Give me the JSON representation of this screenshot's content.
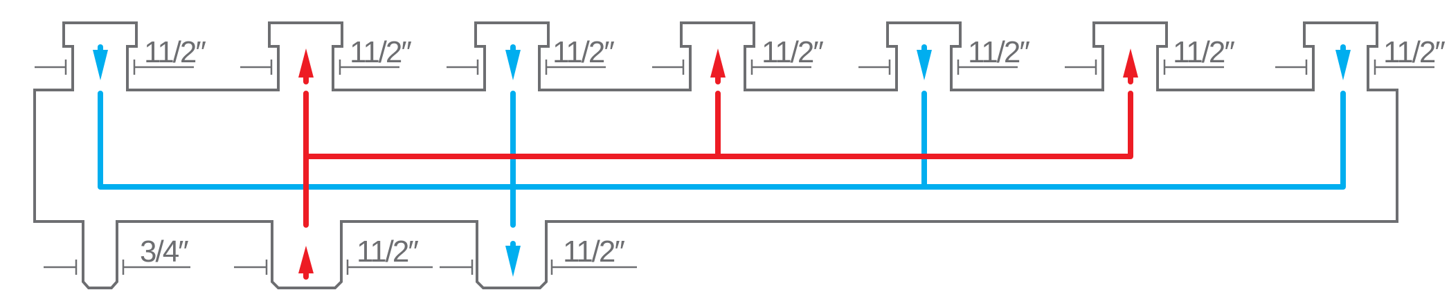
{
  "colors": {
    "outline": "#6d6e71",
    "supply": "#ed1c24",
    "return": "#00aeef"
  },
  "top_ports": [
    {
      "size": "11/2″",
      "flow": "down",
      "line": "return"
    },
    {
      "size": "11/2″",
      "flow": "up",
      "line": "supply"
    },
    {
      "size": "11/2″",
      "flow": "down",
      "line": "return"
    },
    {
      "size": "11/2″",
      "flow": "up",
      "line": "supply"
    },
    {
      "size": "11/2″",
      "flow": "down",
      "line": "return"
    },
    {
      "size": "11/2″",
      "flow": "up",
      "line": "supply"
    },
    {
      "size": "11/2″",
      "flow": "down",
      "line": "return"
    }
  ],
  "bottom_ports": [
    {
      "size": "3/4″",
      "flow": "none",
      "line": "none"
    },
    {
      "size": "11/2″",
      "flow": "up",
      "line": "supply"
    },
    {
      "size": "11/2″",
      "flow": "down",
      "line": "return"
    }
  ]
}
